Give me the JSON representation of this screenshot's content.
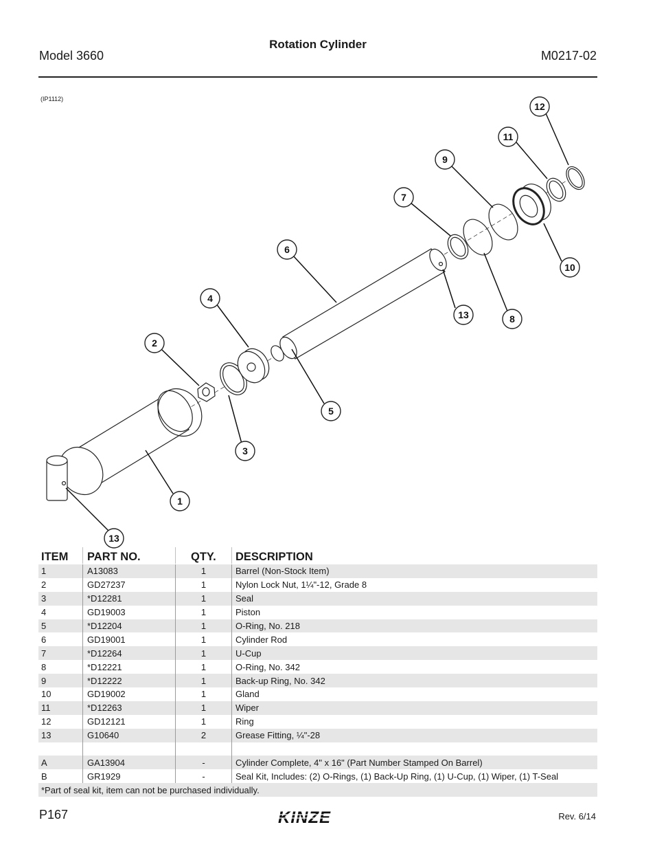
{
  "header": {
    "model": "Model 3660",
    "title": "Rotation Cylinder",
    "doc_number": "M0217-02"
  },
  "figure": {
    "code": "(IP1112)",
    "callouts": [
      "12",
      "11",
      "9",
      "7",
      "6",
      "10",
      "4",
      "13",
      "8",
      "2",
      "5",
      "3",
      "1",
      "13"
    ]
  },
  "table": {
    "headers": {
      "item": "ITEM",
      "part": "PART NO.",
      "qty": "QTY.",
      "desc": "DESCRIPTION"
    },
    "rows": [
      {
        "item": "1",
        "part": "A13083",
        "qty": "1",
        "desc": "Barrel (Non-Stock Item)"
      },
      {
        "item": "2",
        "part": "GD27237",
        "qty": "1",
        "desc": "Nylon Lock Nut, 1¼\"-12, Grade 8"
      },
      {
        "item": "3",
        "part": "*D12281",
        "qty": "1",
        "desc": "Seal"
      },
      {
        "item": "4",
        "part": "GD19003",
        "qty": "1",
        "desc": "Piston"
      },
      {
        "item": "5",
        "part": "*D12204",
        "qty": "1",
        "desc": "O-Ring, No. 218"
      },
      {
        "item": "6",
        "part": "GD19001",
        "qty": "1",
        "desc": "Cylinder Rod"
      },
      {
        "item": "7",
        "part": "*D12264",
        "qty": "1",
        "desc": "U-Cup"
      },
      {
        "item": "8",
        "part": "*D12221",
        "qty": "1",
        "desc": "O-Ring, No. 342"
      },
      {
        "item": "9",
        "part": "*D12222",
        "qty": "1",
        "desc": "Back-up Ring, No. 342"
      },
      {
        "item": "10",
        "part": "GD19002",
        "qty": "1",
        "desc": "Gland"
      },
      {
        "item": "11",
        "part": "*D12263",
        "qty": "1",
        "desc": "Wiper"
      },
      {
        "item": "12",
        "part": "GD12121",
        "qty": "1",
        "desc": "Ring"
      },
      {
        "item": "13",
        "part": "G10640",
        "qty": "2",
        "desc": "Grease Fitting, ¼\"-28"
      }
    ],
    "assemblies": [
      {
        "item": "A",
        "part": "GA13904",
        "qty": "-",
        "desc": "Cylinder Complete, 4\" x 16\" (Part Number Stamped On Barrel)"
      },
      {
        "item": "B",
        "part": "GR1929",
        "qty": "-",
        "desc": "Seal Kit, Includes: (2) O-Rings, (1) Back-Up Ring, (1) U-Cup, (1) Wiper, (1) T-Seal"
      }
    ],
    "note": "*Part of seal kit, item can not be purchased individually."
  },
  "footer": {
    "page": "P167",
    "revision": "Rev. 6/14",
    "logo_text": "KINZE"
  }
}
